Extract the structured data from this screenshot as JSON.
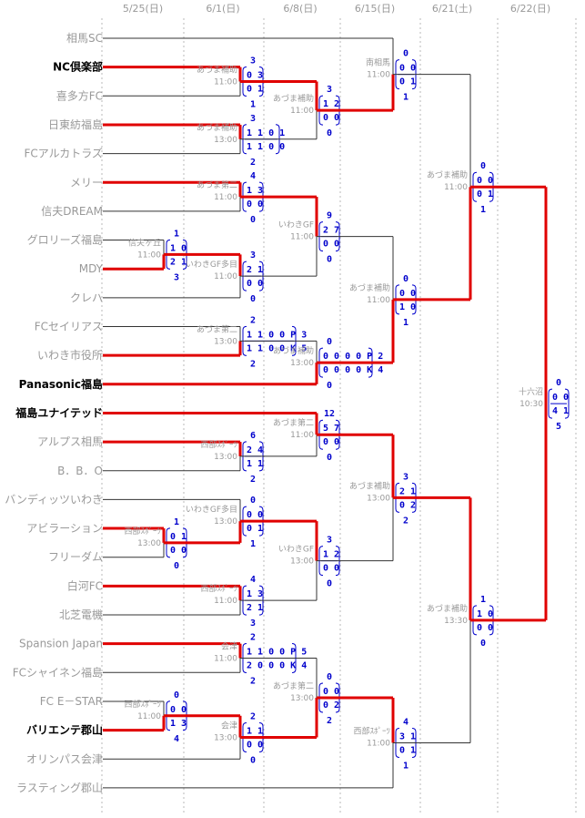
{
  "rounds": [
    "5/25(日)",
    "6/1(日)",
    "6/8(日)",
    "6/15(日)",
    "6/21(土)",
    "6/22(日)"
  ],
  "colors": {
    "win_line": "#e00000",
    "line": "#333333",
    "divider": "#b8b8b8",
    "muted_text": "#999999",
    "score_blue": "#0000cc",
    "winner_text": "#000000"
  },
  "teams": [
    {
      "name": "相馬SC",
      "winner": false
    },
    {
      "name": "NC倶楽部",
      "winner": true
    },
    {
      "name": "喜多方FC",
      "winner": false
    },
    {
      "name": "日東紡福島",
      "winner": false
    },
    {
      "name": "FCアルカトラズ",
      "winner": false
    },
    {
      "name": "メリー",
      "winner": false
    },
    {
      "name": "信夫DREAM",
      "winner": false
    },
    {
      "name": "グロリーズ福島",
      "winner": false
    },
    {
      "name": "MDY",
      "winner": false
    },
    {
      "name": "クレハ",
      "winner": false
    },
    {
      "name": "FCセイリアス",
      "winner": false
    },
    {
      "name": "いわき市役所",
      "winner": false
    },
    {
      "name": "Panasonic福島",
      "winner": true
    },
    {
      "name": "福島ユナイテッド",
      "winner": true
    },
    {
      "name": "アルプス相馬",
      "winner": false
    },
    {
      "name": "B．B．O",
      "winner": false
    },
    {
      "name": "バンディッツいわき",
      "winner": false
    },
    {
      "name": "アビラーション",
      "winner": false
    },
    {
      "name": "フリーダム",
      "winner": false
    },
    {
      "name": "白河FC",
      "winner": false
    },
    {
      "name": "北芝電機",
      "winner": false
    },
    {
      "name": "Spansion Japan",
      "winner": false
    },
    {
      "name": "FCシャイネン福島",
      "winner": false
    },
    {
      "name": "FC E－STAR",
      "winner": false
    },
    {
      "name": "バリエンテ郡山",
      "winner": true
    },
    {
      "name": "オリンパス会津",
      "winner": false
    },
    {
      "name": "ラスティング郡山",
      "winner": false
    }
  ],
  "matches": [
    {
      "venue": "信夫ヶ丘",
      "time": "11:00",
      "score_top": "1",
      "score_bottom": "3",
      "halves": [
        "1 0",
        "2 1"
      ]
    },
    {
      "venue": "西部ｽﾎﾟｰﾂ",
      "time": "13:00",
      "score_top": "1",
      "score_bottom": "0",
      "halves": [
        "0 1",
        "0 0"
      ]
    },
    {
      "venue": "西部ｽﾎﾟｰﾂ",
      "time": "11:00",
      "score_top": "0",
      "score_bottom": "4",
      "halves": [
        "0 0",
        "1 3"
      ]
    },
    {
      "venue": "あづま補助",
      "time": "11:00",
      "score_top": "3",
      "score_bottom": "1",
      "halves": [
        "0 3",
        "0 1"
      ]
    },
    {
      "venue": "あづま補助",
      "time": "13:00",
      "score_top": "3",
      "score_bottom": "2",
      "halves": [
        "1 1 0 1",
        "1 1 0 0"
      ]
    },
    {
      "venue": "あづま第二",
      "time": "11:00",
      "score_top": "4",
      "score_bottom": "0",
      "halves": [
        "1 3",
        "0 0"
      ]
    },
    {
      "venue": "いわきGF多目",
      "time": "11:00",
      "score_top": "3",
      "score_bottom": "0",
      "halves": [
        "2 1",
        "0 0"
      ]
    },
    {
      "venue": "あづま第二",
      "time": "13:00",
      "score_top": "2",
      "score_bottom": "2",
      "halves": [
        "1 1 0 0 P 3",
        "1 1 0 0 K 5"
      ]
    },
    {
      "venue": "西部ｽﾎﾟｰﾂ",
      "time": "13:00",
      "score_top": "6",
      "score_bottom": "2",
      "halves": [
        "2 4",
        "1 1"
      ]
    },
    {
      "venue": "いわきGF多目",
      "time": "13:00",
      "score_top": "0",
      "score_bottom": "1",
      "halves": [
        "0 0",
        "0 1"
      ]
    },
    {
      "venue": "西部ｽﾎﾟｰﾂ",
      "time": "11:00",
      "score_top": "4",
      "score_bottom": "3",
      "halves": [
        "1 3",
        "2 1"
      ]
    },
    {
      "venue": "会津",
      "time": "11:00",
      "score_top": "2",
      "score_bottom": "2",
      "halves": [
        "1 1 0 0 P 5",
        "2 0 0 0 K 4"
      ]
    },
    {
      "venue": "会津",
      "time": "13:00",
      "score_top": "2",
      "score_bottom": "0",
      "halves": [
        "1 1",
        "0 0"
      ]
    },
    {
      "venue": "あづま補助",
      "time": "11:00",
      "score_top": "3",
      "score_bottom": "0",
      "halves": [
        "1 2",
        "0 0"
      ]
    },
    {
      "venue": "いわきGF",
      "time": "11:00",
      "score_top": "9",
      "score_bottom": "0",
      "halves": [
        "2 7",
        "0 0"
      ]
    },
    {
      "venue": "あづま補助",
      "time": "13:00",
      "score_top": "0",
      "score_bottom": "0",
      "halves": [
        "0 0 0 0 P 2",
        "0 0 0 0 K 4"
      ]
    },
    {
      "venue": "あづま第二",
      "time": "11:00",
      "score_top": "12",
      "score_bottom": "0",
      "halves": [
        "5 7",
        "0 0"
      ]
    },
    {
      "venue": "いわきGF",
      "time": "13:00",
      "score_top": "3",
      "score_bottom": "0",
      "halves": [
        "1 2",
        "0 0"
      ]
    },
    {
      "venue": "あづま第二",
      "time": "13:00",
      "score_top": "0",
      "score_bottom": "2",
      "halves": [
        "0 0",
        "0 2"
      ]
    },
    {
      "venue": "南相馬",
      "time": "11:00",
      "score_top": "0",
      "score_bottom": "1",
      "halves": [
        "0 0",
        "0 1"
      ]
    },
    {
      "venue": "あづま補助",
      "time": "11:00",
      "score_top": "0",
      "score_bottom": "1",
      "halves": [
        "0 0",
        "1 0"
      ]
    },
    {
      "venue": "あづま補助",
      "time": "13:00",
      "score_top": "3",
      "score_bottom": "2",
      "halves": [
        "2 1",
        "0 2"
      ]
    },
    {
      "venue": "西部ｽﾎﾟｰﾂ",
      "time": "11:00",
      "score_top": "4",
      "score_bottom": "1",
      "halves": [
        "3 1",
        "0 1"
      ]
    },
    {
      "venue": "あづま補助",
      "time": "11:00",
      "score_top": "0",
      "score_bottom": "1",
      "halves": [
        "0 0",
        "0 1"
      ]
    },
    {
      "venue": "あづま補助",
      "time": "13:30",
      "score_top": "1",
      "score_bottom": "0",
      "halves": [
        "1 0",
        "0 0"
      ]
    },
    {
      "venue": "十六沼",
      "time": "10:30",
      "score_top": "0",
      "score_bottom": "5",
      "halves": [
        "0 0",
        "4 1"
      ]
    }
  ]
}
